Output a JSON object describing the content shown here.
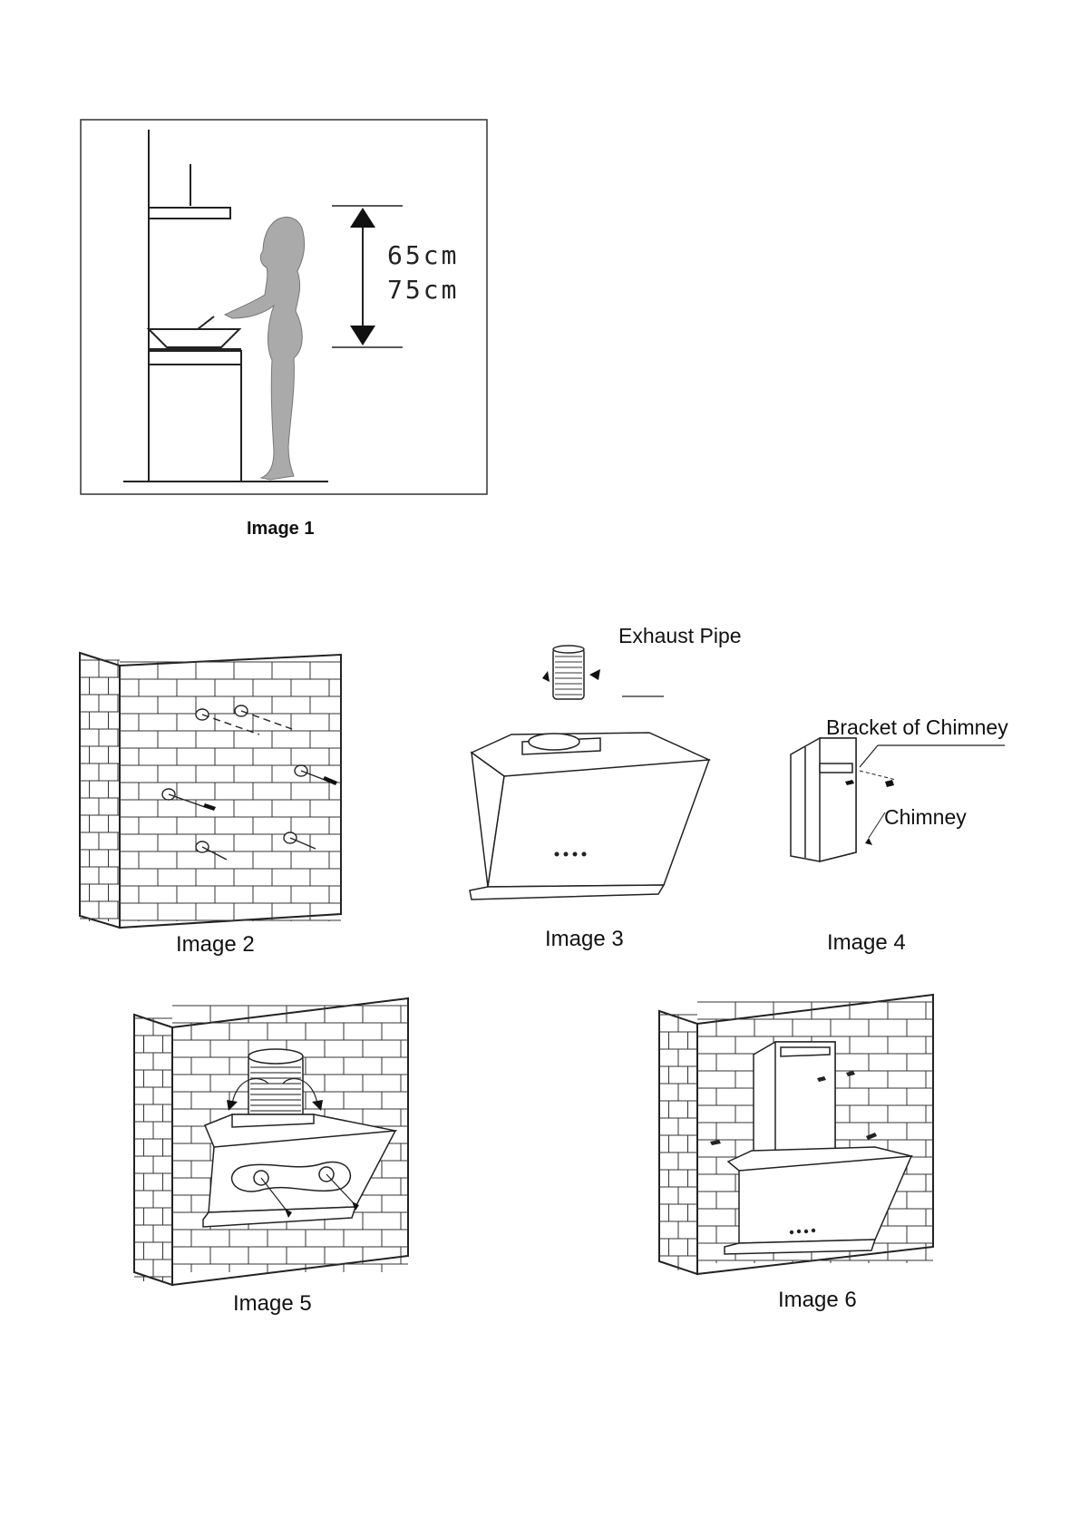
{
  "figures": [
    {
      "caption": "Image 1",
      "dimension_top": "65cm",
      "dimension_bottom": "75cm"
    },
    {
      "caption": "Image 2"
    },
    {
      "caption": "Image 3",
      "label": "Exhaust Pipe"
    },
    {
      "caption": "Image 4",
      "label_bracket": "Bracket of Chimney",
      "label_chimney": "Chimney"
    },
    {
      "caption": "Image 5"
    },
    {
      "caption": "Image 6"
    }
  ]
}
